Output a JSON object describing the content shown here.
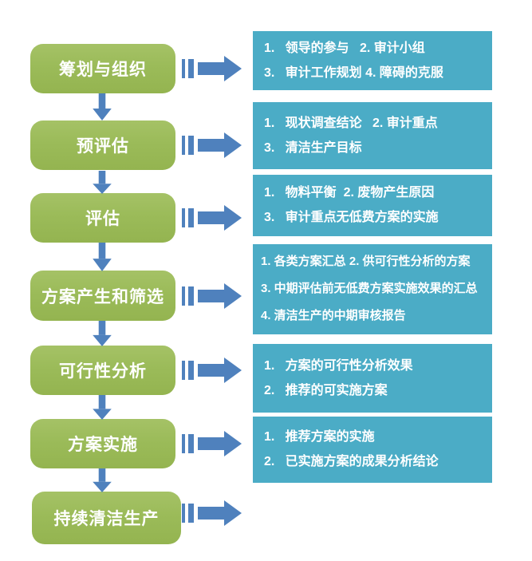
{
  "colors": {
    "step_green": "#9BBB59",
    "info_teal": "#4BACC6",
    "arrow_blue": "#4F81BD",
    "text_white": "#FFFFFF"
  },
  "flow": {
    "steps": [
      {
        "label": "筹划与组织"
      },
      {
        "label": "预评估"
      },
      {
        "label": "评估"
      },
      {
        "label": "方案产生和筛选"
      },
      {
        "label": "可行性分析"
      },
      {
        "label": "方案实施"
      },
      {
        "label": "持续清洁生产"
      }
    ],
    "info_boxes": [
      {
        "lines": [
          "1.   领导的参与   2. 审计小组",
          "3.   审计工作规划 4. 障碍的克服"
        ]
      },
      {
        "lines": [
          "1.   现状调查结论   2. 审计重点",
          "3.   清洁生产目标"
        ]
      },
      {
        "lines": [
          "1.   物料平衡  2. 废物产生原因",
          "3.   审计重点无低费方案的实施"
        ]
      },
      {
        "lines": [
          "1. 各类方案汇总 2. 供可行性分析的方案",
          "3. 中期评估前无低费方案实施效果的汇总",
          "4. 清洁生产的中期审核报告"
        ]
      },
      {
        "lines": [
          "1.   方案的可行性分析效果",
          "2.   推荐的可实施方案"
        ]
      },
      {
        "lines": [
          "1.   推荐方案的实施",
          "2.   已实施方案的成果分析结论"
        ]
      }
    ]
  }
}
